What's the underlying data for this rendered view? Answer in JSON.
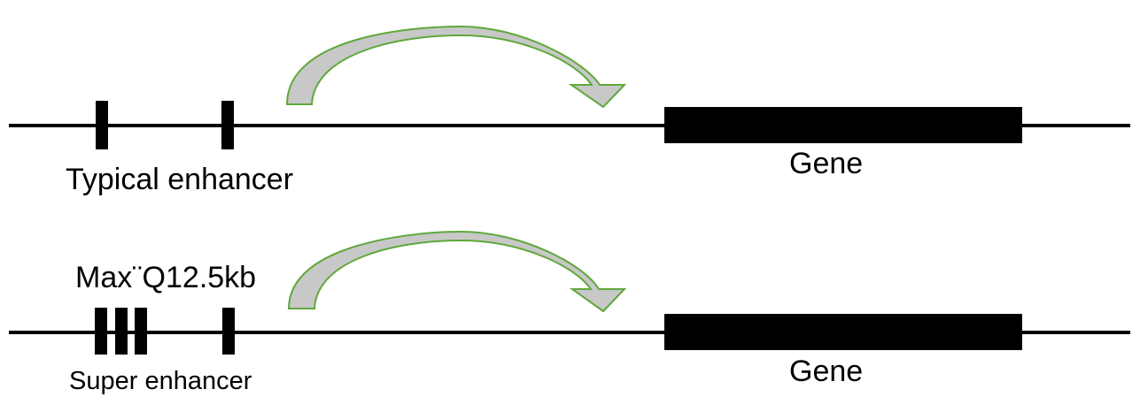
{
  "colors": {
    "line": "#000000",
    "arrow_stroke": "#5fa83b",
    "arrow_fill": "#c8c8c8",
    "background": "#ffffff"
  },
  "panels": [
    {
      "enhancer_label": "Typical enhancer",
      "gene_label": "Gene"
    },
    {
      "region_label": "Max¨Q12.5kb",
      "enhancer_label": "Super enhancer",
      "gene_label": "Gene"
    }
  ]
}
